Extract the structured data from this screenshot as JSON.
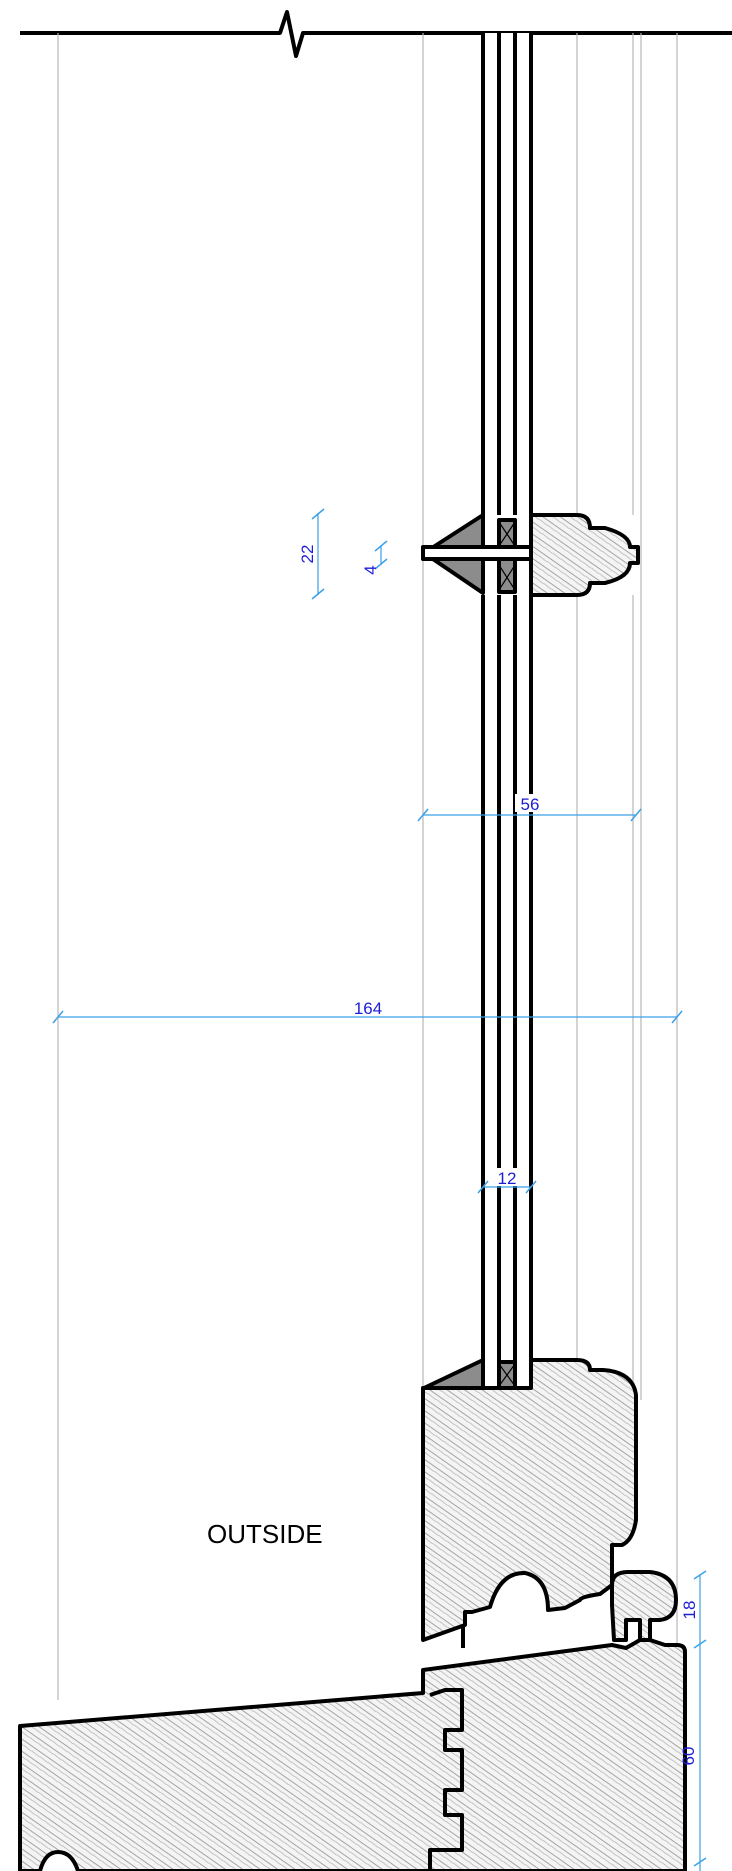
{
  "labels": {
    "outside": "OUTSIDE"
  },
  "dimensions": {
    "overall_depth": "164",
    "sash_depth": "56",
    "glazing_unit": "12",
    "bar_height": "22",
    "bar_gap": "4",
    "drip_height": "18",
    "sill_height": "60"
  },
  "colors": {
    "dimension": "#3aa0e6",
    "dimension_text": "#1d1dd6",
    "timber_fill": "#dcdcdc",
    "glazing_block": "#8c8c8c",
    "reference_line": "#b8b8b8"
  }
}
